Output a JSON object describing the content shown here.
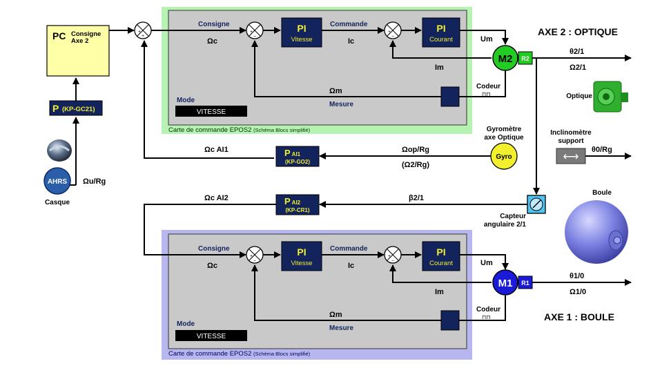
{
  "axis2": {
    "title": "AXE 2 : OPTIQUE"
  },
  "axis1": {
    "title": "AXE 1 : BOULE"
  },
  "pc": {
    "title": "PC",
    "sub1": "Consigne",
    "sub2": "Axe 2"
  },
  "kp_gc21": {
    "p": "P",
    "label": "(KP-GC21)"
  },
  "ahrs": {
    "label": "AHRS",
    "caption": "Casque"
  },
  "omega_u": "Ωu/Rg",
  "card2": {
    "consigne": "Consigne",
    "omega_c": "Ωc",
    "pi": "PI",
    "vitesse": "Vitesse",
    "commande": "Commande",
    "ic": "Ic",
    "courant": "Courant",
    "um": "Um",
    "im": "Im",
    "omega_m": "Ωm",
    "mesure": "Mesure",
    "codeur": "Codeur",
    "codeur_sym": "⊓⊓",
    "mode": "Mode",
    "mode_value": "VITESSE",
    "caption_main": "Carte de commande EPOS2",
    "caption_sub": "(Schéma Blocs simplifié)",
    "motor": "M2",
    "red": "R2"
  },
  "card1": {
    "consigne": "Consigne",
    "omega_c": "Ωc",
    "pi": "PI",
    "vitesse": "Vitesse",
    "commande": "Commande",
    "ic": "Ic",
    "courant": "Courant",
    "um": "Um",
    "im": "Im",
    "omega_m": "Ωm",
    "mesure": "Mesure",
    "codeur": "Codeur",
    "codeur_sym": "⊓⊓",
    "mode": "Mode",
    "mode_value": "VITESSE",
    "caption_main": "Carte de commande EPOS2",
    "caption_sub": "(Schéma Blocs simplifié)",
    "motor": "M1",
    "red": "R1"
  },
  "out2": {
    "l1": "θ2/1",
    "l2": "Ω2/1"
  },
  "out1": {
    "l1": "θ1/0",
    "l2": "Ω1/0"
  },
  "optique": "Optique",
  "gyro": {
    "label": "Gyro",
    "title1": "Gyromètre",
    "title2": "axe Optique"
  },
  "feedback_ai1": {
    "omega": "Ωc AI1",
    "p": "P",
    "sub": "AI1",
    "kp": "(KP-GO2)",
    "in1": "Ωop/Rg",
    "in2": "(Ω2/Rg)"
  },
  "feedback_ai2": {
    "omega": "Ωc AI2",
    "p": "P",
    "sub": "AI2",
    "kp": "(KP-CR1)",
    "in1": "β2/1"
  },
  "incl": {
    "title1": "Inclinomètre",
    "title2": "support",
    "out": "θ0/Rg",
    "arrows": "⟷"
  },
  "capteur": {
    "l1": "Capteur",
    "l2": "angulaire 2/1"
  },
  "boule": "Boule",
  "colors": {
    "green_card": "#b6f2b2",
    "blue_card": "#b8b6ee",
    "inner_grey": "#c9c9c9",
    "navy": "#13235c",
    "yellow_text": "#f2ef2e",
    "motor_green": "#22cc22",
    "motor_blue": "#1a1ad8"
  }
}
